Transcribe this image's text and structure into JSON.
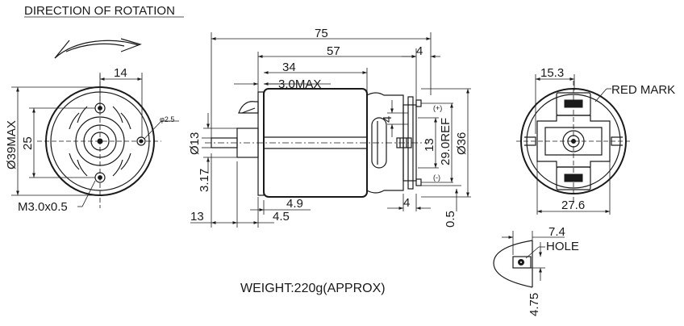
{
  "header": {
    "direction_label": "DIRECTION OF ROTATION"
  },
  "front_view": {
    "dim_hole_spacing": "14",
    "dim_diameter_max": "Ø39MAX",
    "dim_height": "25",
    "dim_small_hole": "φ2.5",
    "label_thread": "M3.0x0.5"
  },
  "side_view": {
    "dim_total_length": "75",
    "dim_body_length": "57",
    "dim_terminal_offset": "4",
    "dim_can_length": "34",
    "dim_boss_max": "3.0MAX",
    "dim_boss_diameter": "Ø13",
    "dim_shaft_diameter": "3.17",
    "dim_shaft_length": "13",
    "dim_front_4_5": "4.5",
    "dim_front_4_9": "4.9",
    "dim_terminal_4_upper": "4",
    "dim_terminal_4_lower": "4",
    "dim_terminal_13": "13",
    "dim_ref": "29.0REF",
    "dim_body_diameter": "Ø36",
    "dim_tab": "0.5",
    "label_plus": "(+)",
    "label_minus": "(-)"
  },
  "rear_view": {
    "dim_width_top": "15.3",
    "label_red_mark": "RED MARK",
    "dim_width_bottom": "27.6"
  },
  "detail_view": {
    "dim_7_4": "7.4",
    "label_hole": "HOLE",
    "dim_4_75": "4.75"
  },
  "footer": {
    "weight_label": "WEIGHT:220g(APPROX)"
  }
}
